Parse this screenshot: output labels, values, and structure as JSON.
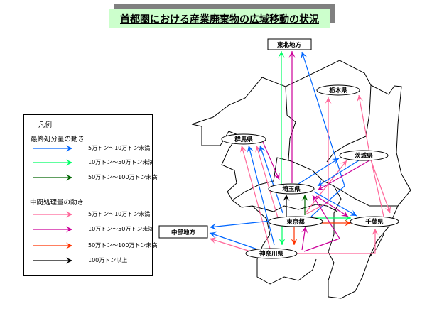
{
  "title": "首都圏における産業廃棄物の広域移動の状況",
  "regions": {
    "tohoku": "東北地方",
    "chubu": "中部地方",
    "tochigi": "栃木県",
    "gunma": "群馬県",
    "ibaraki": "茨城県",
    "saitama": "埼玉県",
    "tokyo": "東京都",
    "chiba": "千葉県",
    "kanagawa": "神奈川県"
  },
  "legend": {
    "title": "凡例",
    "final_heading": "最終処分量の動き",
    "final": [
      {
        "label": "5万トン～10万トン未満",
        "color": "#0066ff"
      },
      {
        "label": "10万トン～50万トン未満",
        "color": "#00ff66"
      },
      {
        "label": "50万トン～100万トン未満",
        "color": "#006600"
      }
    ],
    "intermediate_heading": "中間処理量の動き",
    "intermediate": [
      {
        "label": "5万トン～10万トン未満",
        "color": "#ff6699"
      },
      {
        "label": "10万トン～50万トン未満",
        "color": "#cc0099"
      },
      {
        "label": "50万トン～100万トン未満",
        "color": "#ff3300"
      },
      {
        "label": "100万トン以上",
        "color": "#000000"
      }
    ]
  }
}
